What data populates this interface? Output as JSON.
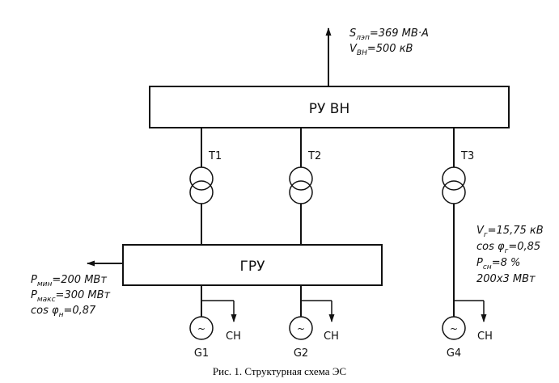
{
  "bus_hv": {
    "label": "РУ ВН"
  },
  "bus_gen": {
    "label": "ГРУ"
  },
  "line_out": {
    "s_sym": "S",
    "s_sub": "лэп",
    "s_val": "=369 МВ·А",
    "v_sym": "V",
    "v_sub": "ВН",
    "v_val": "=500 кВ"
  },
  "transformers": [
    {
      "label": "Т1"
    },
    {
      "label": "Т2"
    },
    {
      "label": "Т3"
    }
  ],
  "generators": [
    {
      "label": "G1",
      "aux": "СН"
    },
    {
      "label": "G2",
      "aux": "СН"
    },
    {
      "label": "G4",
      "aux": "СН"
    }
  ],
  "load": {
    "pmin_sym": "P",
    "pmin_sub": "мин",
    "pmin_val": "=200 МВт",
    "pmax_sym": "P",
    "pmax_sub": "макс",
    "pmax_val": "=300 МВт",
    "cos_sym": "cos φ",
    "cos_sub": "н",
    "cos_val": "=0,87"
  },
  "gen_params": {
    "vg_sym": "V",
    "vg_sub": "г",
    "vg_val": "=15,75 кВ",
    "cos_sym": "cos φ",
    "cos_sub": "г",
    "cos_val": "=0,85",
    "psn_sym": "P",
    "psn_sub": "сн",
    "psn_val": "=8 %",
    "rating": "200х3 МВт"
  },
  "caption": "Рис. 1. Структурная схема ЭС"
}
